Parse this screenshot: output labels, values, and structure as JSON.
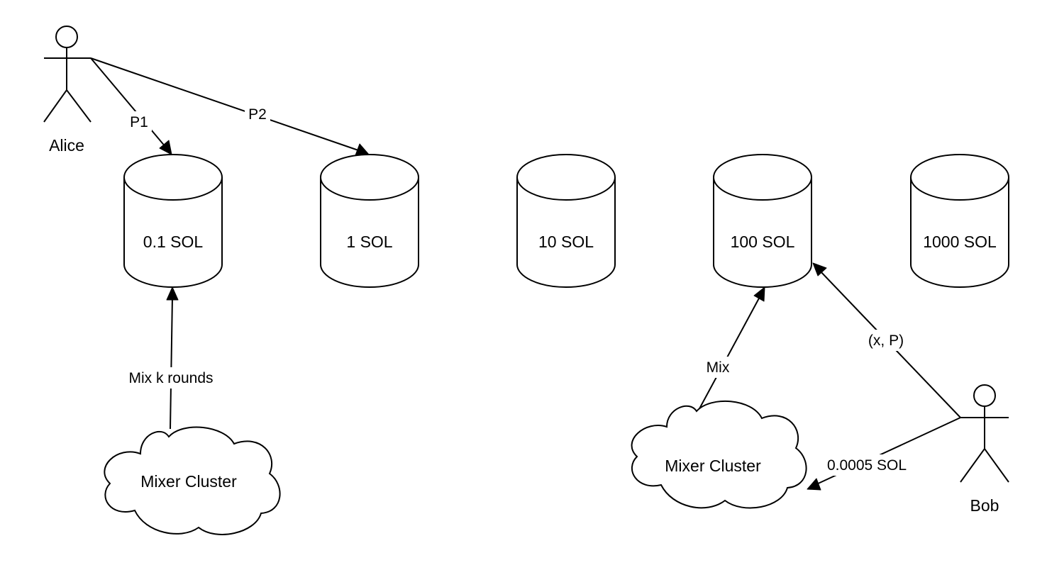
{
  "actors": {
    "alice": {
      "label": "Alice"
    },
    "bob": {
      "label": "Bob"
    }
  },
  "pools": [
    {
      "label": "0.1 SOL"
    },
    {
      "label": "1 SOL"
    },
    {
      "label": "10 SOL"
    },
    {
      "label": "100 SOL"
    },
    {
      "label": "1000 SOL"
    }
  ],
  "clusters": [
    {
      "label": "Mixer Cluster"
    },
    {
      "label": "Mixer Cluster"
    }
  ],
  "edges": {
    "p1": "P1",
    "p2": "P2",
    "mix_k_rounds": "Mix k rounds",
    "mix": "Mix",
    "x_p": "(x, P)",
    "fee": "0.0005 SOL"
  }
}
